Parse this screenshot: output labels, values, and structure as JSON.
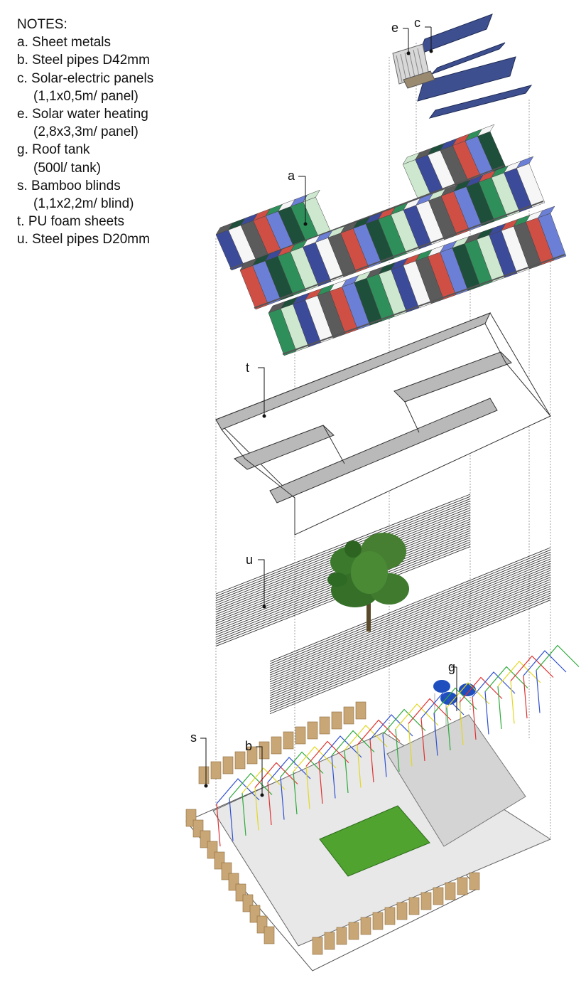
{
  "notes": {
    "heading": "NOTES:",
    "items": [
      {
        "text": "a. Sheet metals"
      },
      {
        "text": "b. Steel pipes D42mm"
      },
      {
        "text": "c. Solar-electric panels",
        "sub": "(1,1x0,5m/ panel)"
      },
      {
        "text": "e. Solar water heating",
        "sub": "(2,8x3,3m/ panel)"
      },
      {
        "text": "g. Roof tank",
        "sub": "(500l/ tank)"
      },
      {
        "text": "s. Bamboo blinds",
        "sub": "(1,1x2,2m/ blind)"
      },
      {
        "text": "t. PU foam sheets"
      },
      {
        "text": "u. Steel pipes D20mm"
      }
    ]
  },
  "callouts": {
    "a": "a",
    "b": "b",
    "c": "c",
    "e": "e",
    "g": "g",
    "s": "s",
    "t": "t",
    "u": "u"
  },
  "colors": {
    "sheet_metal": [
      "#3c4a9a",
      "#cf4f45",
      "#2f8f5a",
      "#f6f6f6",
      "#6c7fd6",
      "#cde8cf",
      "#5b5b5b",
      "#1e4f3a"
    ],
    "foam_fill": "#b9b9b9",
    "tree": "#3f7a2e",
    "grass": "#4fa32e",
    "tank": "#1f4fbf",
    "blind": "#c9a676",
    "frame": [
      "#e03030",
      "#2e4fd0",
      "#2caa3a",
      "#e2d81f"
    ]
  }
}
